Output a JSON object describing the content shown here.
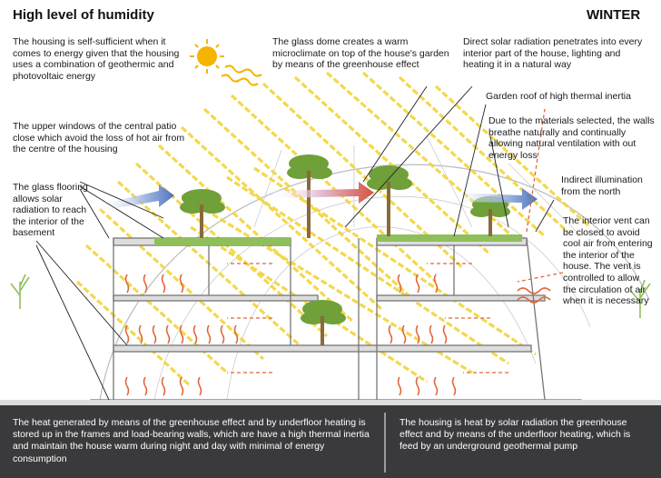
{
  "header": {
    "title": "High level of humidity",
    "season": "WINTER"
  },
  "annotations": {
    "self_sufficient": "The housing is self-sufficient when it comes to energy given that the housing uses a combination of geothermic and photovoltaic energy",
    "glass_dome": "The glass dome creates a warm microclimate on top of the house's garden by means of the greenhouse effect",
    "direct_solar": "Direct solar radiation penetrates into every interior part of the house, lighting and heating it in a natural way",
    "garden_roof": "Garden roof of high thermal inertia",
    "materials": "Due to the materials selected, the walls breathe naturally and continually allowing natural ventilation with out energy loss",
    "upper_windows": "The upper windows of the central patio close which avoid the loss of hot air from the centre of the housing",
    "indirect_illumination": "Indirect illumination from the north",
    "glass_flooring": "The glass flooring allows solar radiation to reach the interior of the basement",
    "interior_vent": "The interior vent can be closed to avoid cool air from entering the interior of the house. The vent is controlled to allow the circulation of air when it is necessary"
  },
  "footer": {
    "left": "The heat generated by means of the greenhouse effect and by underfloor heating is stored up in the frames and load-bearing walls, which are have a high thermal inertia and maintain the house warm during night and day with minimal of energy consumption",
    "right": "The housing is heat by solar radiation the greenhouse effect and by means of the underfloor heating, which is feed by an underground geothermal pump"
  },
  "colors": {
    "sun": "#f4b400",
    "rays": "#f2d22e",
    "heat_arrows": "#e0673a",
    "ground": "#3a3a3c",
    "building_line": "#777777",
    "plants": "#6fa03a",
    "air_flow": "#3f66b5"
  },
  "icons": [
    "sun-icon",
    "palm-tree-icon",
    "heat-wave-icon",
    "air-flow-arrow-icon",
    "bare-tree-icon"
  ]
}
